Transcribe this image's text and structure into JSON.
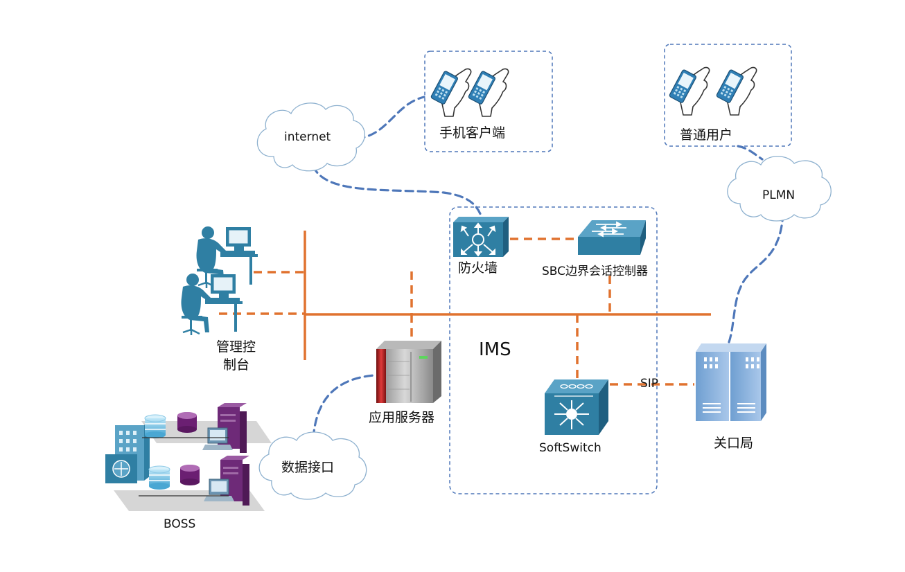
{
  "colors": {
    "orange": "#E0722F",
    "blue_dash": "#4E77B9",
    "icon_blue": "#2F7FA3",
    "icon_blue_light": "#5AA3C6",
    "purple": "#7A2F82",
    "cloud_stroke": "#8EB1CF"
  },
  "nodes": {
    "internet": "internet",
    "mobile_client": "手机客户端",
    "ordinary_user": "普通用户",
    "plmn": "PLMN",
    "firewall": "防火墙",
    "sbc": "SBC边界会话控制器",
    "ims": "IMS",
    "mgmt_console_line1": "管理控",
    "mgmt_console_line2": "制台",
    "app_server": "应用服务器",
    "softswitch": "SoftSwitch",
    "sip": "SIP",
    "gateway_office": "关口局",
    "data_interface": "数据接口",
    "boss": "BOSS"
  },
  "icons": {
    "firewall": "firewall-icon",
    "sbc": "switch-icon",
    "softswitch": "softswitch-icon",
    "server": "server-icon",
    "gateway": "gateway-rack-icon",
    "phones": "handheld-phone-icon",
    "operator": "operator-workstation-icon",
    "boss": "data-center-icon"
  }
}
